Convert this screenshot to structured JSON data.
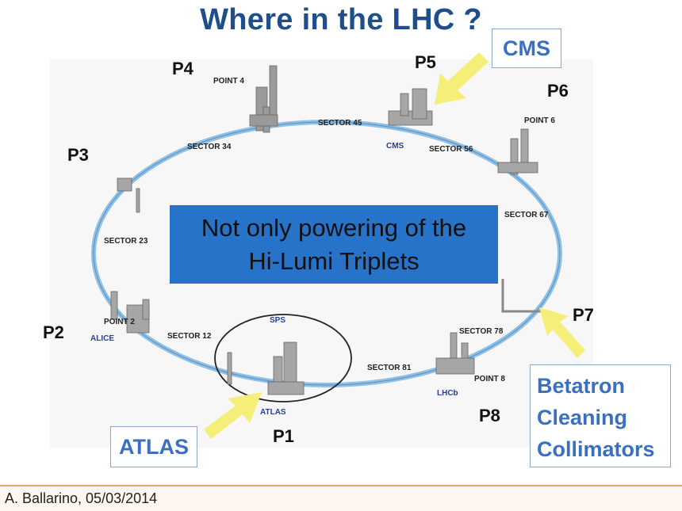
{
  "title": "Where in the LHC ?",
  "points": [
    "P1",
    "P2",
    "P3",
    "P4",
    "P5",
    "P6",
    "P7",
    "P8"
  ],
  "point_labels": [
    "POINT 2",
    "POINT 4",
    "POINT 6",
    "POINT 8"
  ],
  "sectors": [
    "SECTOR 12",
    "SECTOR 23",
    "SECTOR 34",
    "SECTOR 45",
    "SECTOR 56",
    "SECTOR 67",
    "SECTOR 78",
    "SECTOR 81"
  ],
  "experiments": {
    "alice": "ALICE",
    "atlas": "ATLAS",
    "cms": "CMS",
    "lhcb": "LHCb",
    "sps": "SPS"
  },
  "callouts": {
    "cms": "CMS",
    "atlas": "ATLAS",
    "betatron": [
      "Betatron",
      "Cleaning",
      "Collimators"
    ]
  },
  "banner": [
    "Not only powering of the",
    "Hi-Lumi Triplets"
  ],
  "footer": "A. Ballarino,  05/03/2014",
  "colors": {
    "title": "#1f4e8c",
    "banner": "#2673c9",
    "ring": "#8fc0e6",
    "callout_text": "#3a6fc4",
    "arrow": "#f5ef7a"
  }
}
